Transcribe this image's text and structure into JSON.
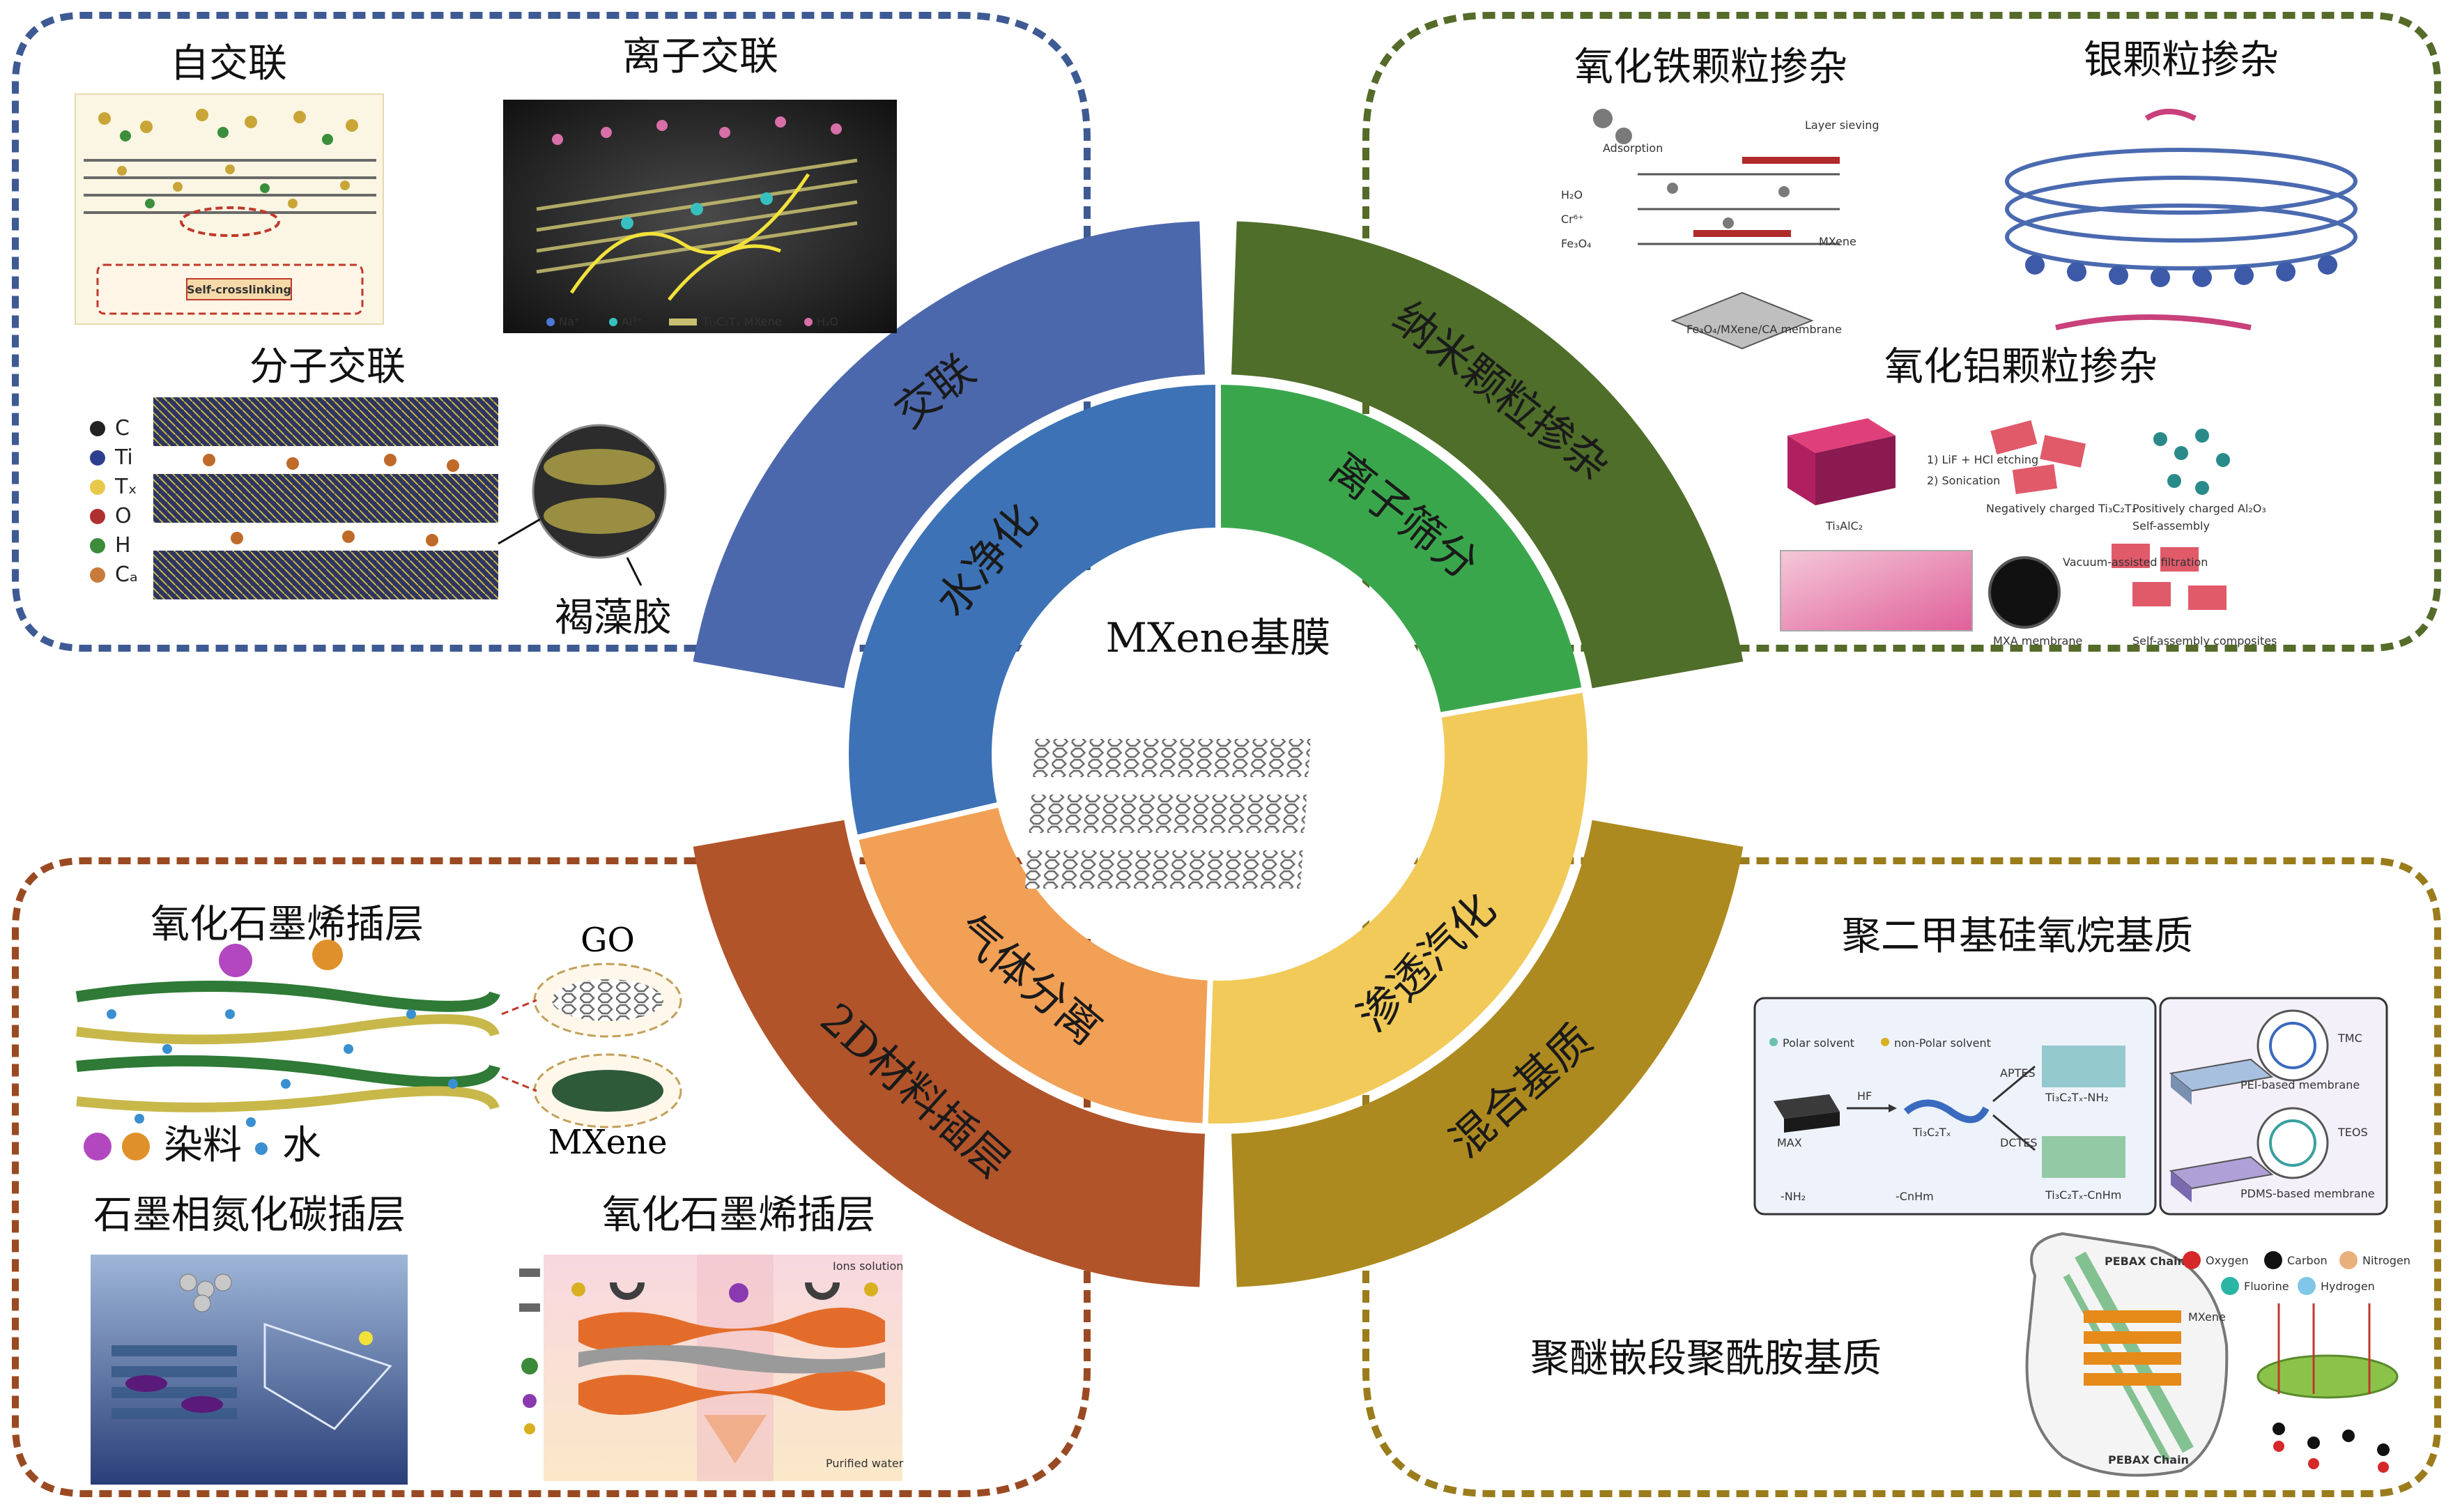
{
  "center": {
    "title": "MXene基膜"
  },
  "inner_ring": [
    {
      "label": "水净化",
      "color": "#3d73b6"
    },
    {
      "label": "离子筛分",
      "color": "#3aa64c"
    },
    {
      "label": "渗透汽化",
      "color": "#f1ca5a"
    },
    {
      "label": "气体分离",
      "color": "#f1a055"
    }
  ],
  "outer_ring": [
    {
      "label": "交联",
      "color": "#4c68ad"
    },
    {
      "label": "纳米颗粒掺杂",
      "color": "#4f6e2a"
    },
    {
      "label": "混合基质",
      "color": "#ad8a1f"
    },
    {
      "label": "2D材料插层",
      "color": "#b2542a"
    }
  ],
  "quadrants": {
    "top_left": {
      "self_crosslink": "自交联",
      "self_crosslink_inset": "Self-crosslinking",
      "ion_crosslink": "离子交联",
      "mol_crosslink": "分子交联",
      "alginate": "褐藻胶",
      "elements": [
        "C",
        "Ti",
        "Tₓ",
        "O",
        "H",
        "Cₐ"
      ],
      "element_colors": [
        "#222222",
        "#2f3f8f",
        "#e8c84a",
        "#b03030",
        "#3c8c3c",
        "#c87a3a"
      ],
      "ion_legend": [
        "Na⁺",
        "Al³⁺",
        "Ti₃C₂Tₓ MXene",
        "H₂O"
      ]
    },
    "top_right": {
      "fe_oxide": "氧化铁颗粒掺杂",
      "ag_doping": "银颗粒掺杂",
      "al_oxide": "氧化铝颗粒掺杂",
      "fe_labels": [
        "H₂O",
        "Cr⁶⁺",
        "Fe₃O₄",
        "Adsorption",
        "Layer sieving",
        "MXene",
        "Fe₃O₄/MXene/CA membrane"
      ],
      "al_labels": [
        "1) LiF + HCl etching",
        "2) Sonication",
        "Ti₃AlC₂",
        "Negatively charged Ti₃C₂Tₓ",
        "Positively charged Al₂O₃",
        "Self-assembly",
        "Vacuum-assisted filtration",
        "MXA membrane",
        "Self-assembly composites"
      ]
    },
    "bottom_left": {
      "go_intercalation": "氧化石墨烯插层",
      "go": "GO",
      "mxene": "MXene",
      "dye_water": "染料",
      "water": "水",
      "gcn": "石墨相氮化碳插层",
      "go_intercalation2": "氧化石墨烯插层",
      "go2_labels": [
        "Ions solution",
        "Purified water"
      ]
    },
    "bottom_right": {
      "pdms": "聚二甲基硅氧烷基质",
      "pebax": "聚醚嵌段聚酰胺基质",
      "pdms_labels": [
        "Polar solvent",
        "non-Polar solvent",
        "MAX",
        "HF",
        "Ti₃C₂Tₓ",
        "APTES",
        "DCTES",
        "Ti₃C₂Tₓ-NH₂",
        "Ti₃C₂Tₓ-CnHm",
        "-NH₂",
        "-CnHm",
        "TMC",
        "TEOS",
        "PEI-based membrane",
        "PDMS-based membrane"
      ],
      "pebax_legend": [
        "Oxygen",
        "Carbon",
        "Nitrogen",
        "Fluorine",
        "Hydrogen"
      ],
      "pebax_legend_colors": [
        "#d62828",
        "#111111",
        "#e8b07a",
        "#2bb5a5",
        "#7fc6e8"
      ],
      "pebax_chain": "PEBAX Chain",
      "mxene_label": "MXene"
    }
  }
}
